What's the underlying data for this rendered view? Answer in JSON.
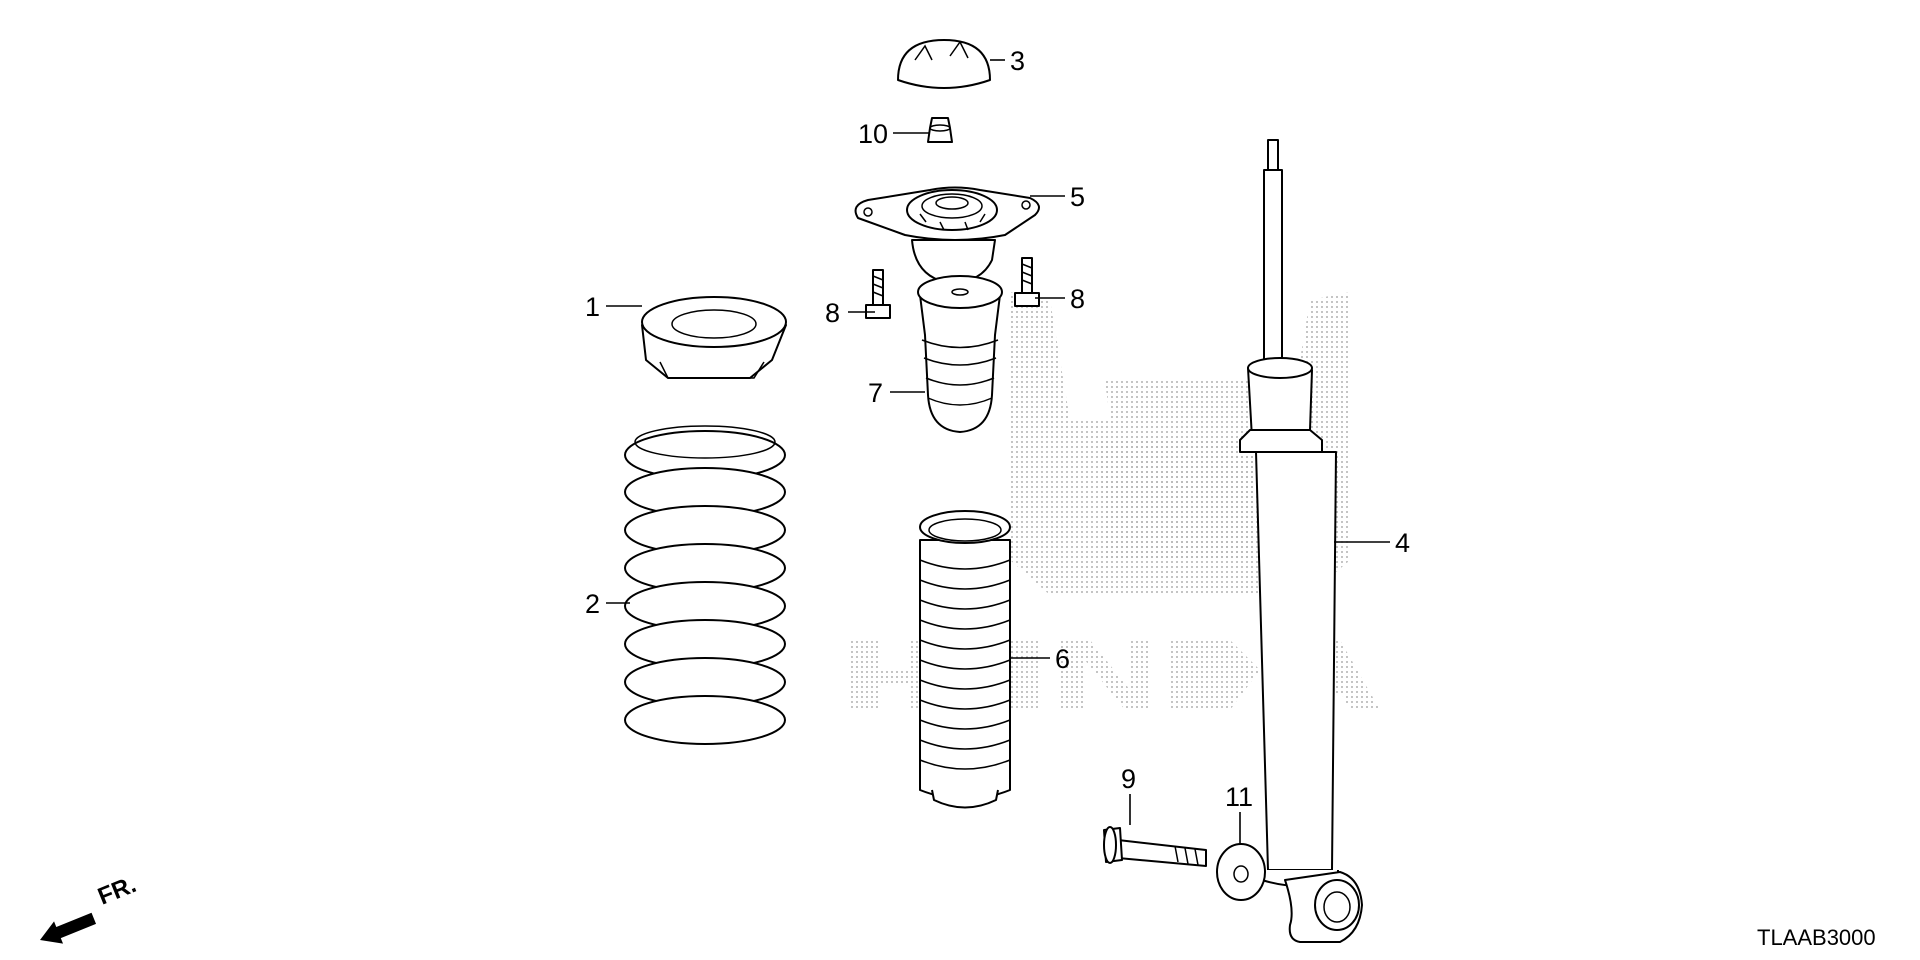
{
  "diagram_code": "TLAAB3000",
  "direction_label": "FR.",
  "parts": [
    {
      "number": "1",
      "name": "spring-seat"
    },
    {
      "number": "2",
      "name": "coil-spring"
    },
    {
      "number": "3",
      "name": "dust-cap"
    },
    {
      "number": "4",
      "name": "shock-absorber"
    },
    {
      "number": "5",
      "name": "upper-mount"
    },
    {
      "number": "6",
      "name": "dust-boot"
    },
    {
      "number": "7",
      "name": "bump-stop"
    },
    {
      "number": "8",
      "name": "mount-bolt"
    },
    {
      "number": "9",
      "name": "lower-bolt"
    },
    {
      "number": "10",
      "name": "self-locking-nut"
    },
    {
      "number": "11",
      "name": "washer"
    }
  ],
  "watermark": "HONDA"
}
